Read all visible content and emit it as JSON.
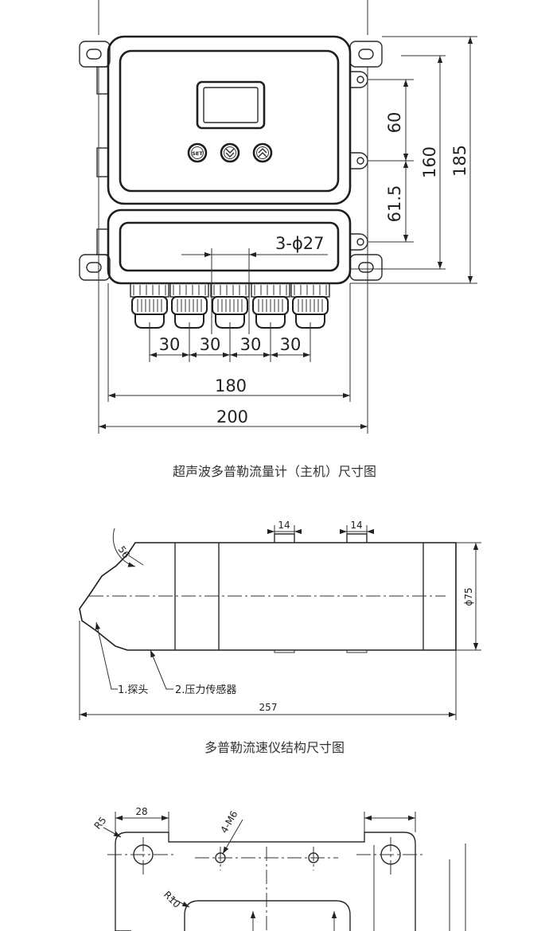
{
  "section1": {
    "caption": "超声波多普勒流量计（主机）尺寸图",
    "hole_label": "3-ϕ27",
    "dims": {
      "v60": "60",
      "v61_5": "61.5",
      "v160": "160",
      "v185": "185",
      "h30_1": "30",
      "h30_2": "30",
      "h30_3": "30",
      "h30_4": "30",
      "h180": "180",
      "h200": "200"
    },
    "buttons": {
      "set": "SET"
    }
  },
  "section2": {
    "caption": "多普勒流速仪结构尺寸图",
    "dims": {
      "angle": "56",
      "slot1": "14",
      "slot2": "14",
      "dia": "ϕ75",
      "length": "257"
    },
    "labels": {
      "probe": "1.探头",
      "sensor": "2.压力传感器"
    }
  },
  "section3": {
    "dims": {
      "d28": "28",
      "r5": "R5",
      "m6": "4-M6",
      "r10": "R10"
    }
  }
}
